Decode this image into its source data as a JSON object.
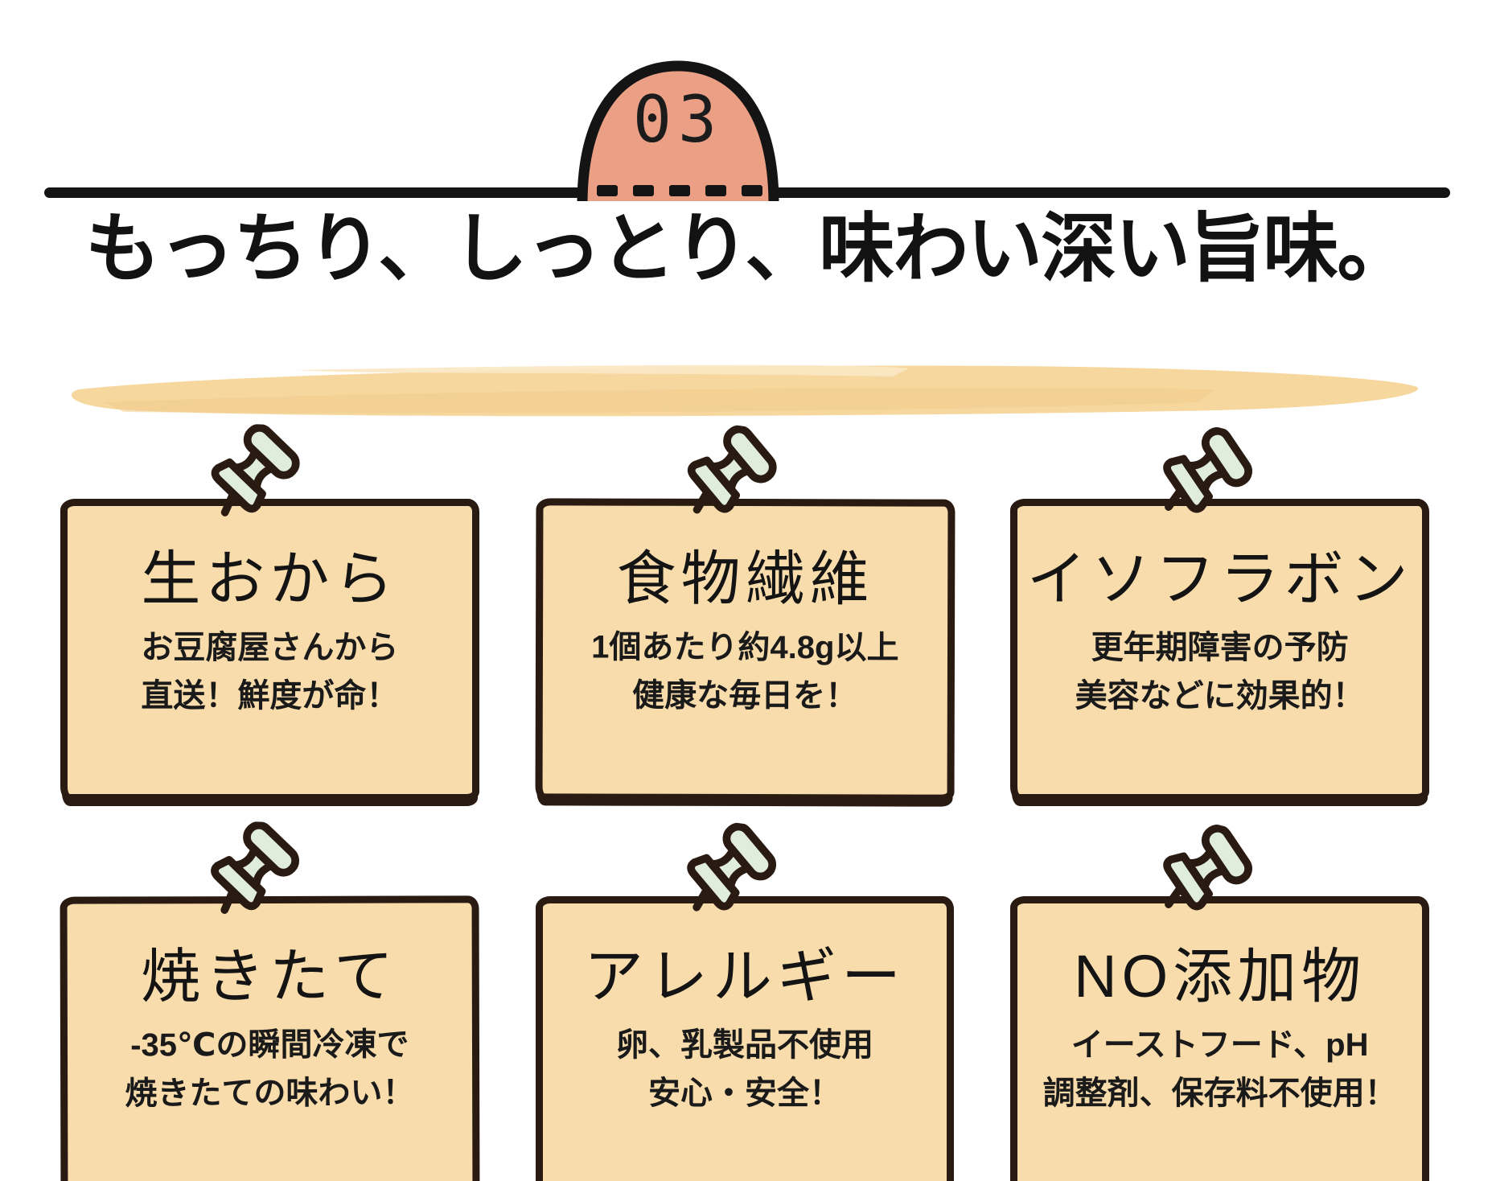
{
  "badge": {
    "number": "03"
  },
  "heading": {
    "text": "もっちり、しっとり、味わい深い旨味。"
  },
  "colors": {
    "accent_salmon": "#EBA086",
    "card_background": "#F9DCAC",
    "outline_brown": "#2A1B12",
    "pin_mint": "#DFEDDA",
    "brush_yellow": "#F6D79E",
    "text_black": "#141414"
  },
  "cards": [
    {
      "title": "生おから",
      "lines": [
        "お豆腐屋さんから",
        "直送！鮮度が命！"
      ]
    },
    {
      "title": "食物繊維",
      "lines": [
        "1個あたり約4.8g以上",
        "健康な毎日を！"
      ]
    },
    {
      "title": "イソフラボン",
      "lines": [
        "更年期障害の予防",
        "美容などに効果的！"
      ]
    },
    {
      "title": "焼きたて",
      "lines": [
        "-35℃の瞬間冷凍で",
        "焼きたての味わい！"
      ]
    },
    {
      "title": "アレルギー",
      "lines": [
        "卵、乳製品不使用",
        "安心・安全！"
      ]
    },
    {
      "title": "NO添加物",
      "lines": [
        "イーストフード、pH",
        "調整剤、保存料不使用！"
      ]
    }
  ]
}
